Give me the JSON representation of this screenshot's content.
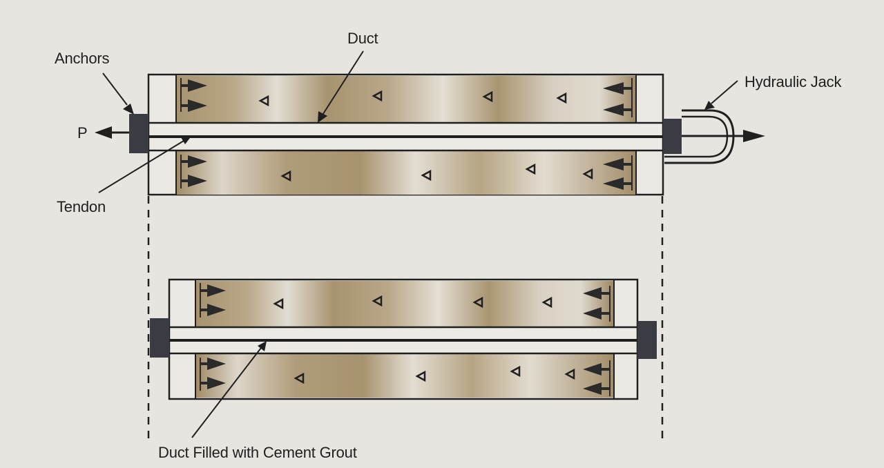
{
  "labels": {
    "duct": "Duct",
    "anchors": "Anchors",
    "hydraulic_jack": "Hydraulic Jack",
    "p": "P",
    "tendon": "Tendon",
    "duct_grout": "Duct Filled with Cement Grout"
  },
  "colors": {
    "paper": "#e6e5e0",
    "concrete": "#a8936f",
    "concrete_light": "#e2ddd2",
    "line": "#1f1f1f",
    "anchor": "#3b3b44"
  }
}
